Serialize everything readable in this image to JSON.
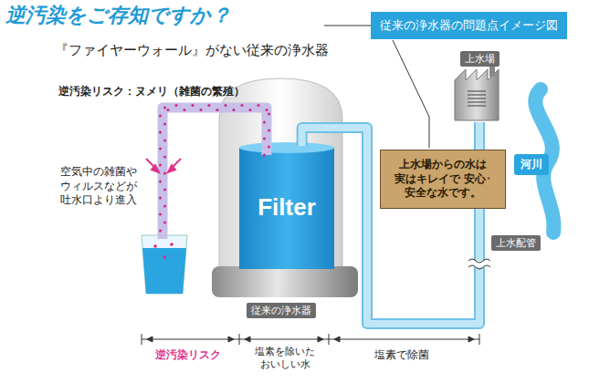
{
  "diagram": {
    "title": "逆汚染をご存知ですか？",
    "nodes": [
      {
        "text": [
          "従来の浄水器の問題点イメージ図"
        ]
      },
      {
        "text": [
          "上水場"
        ]
      },
      {
        "text": [
          "河川"
        ]
      },
      {
        "text": [
          "上水場からの水は 実はキレイで 安心･安全な水です。"
        ]
      },
      {
        "text": [
          "Filter"
        ]
      }
    ],
    "edges": [
      {
        "from": 1,
        "to": 4,
        "arrow": "none"
      }
    ],
    "labels": [
      "『ファイヤーウォール』がない従来の浄水器",
      "逆汚染リスク：ヌメリ（雑菌の繁殖）",
      "空気中の雑菌や ウィルスなどが 吐水口より進入",
      "従来の浄水器",
      "上水配管",
      "逆汚染リスク",
      "塩素を除いた おいしい水",
      "塩素で除菌"
    ]
  }
}
